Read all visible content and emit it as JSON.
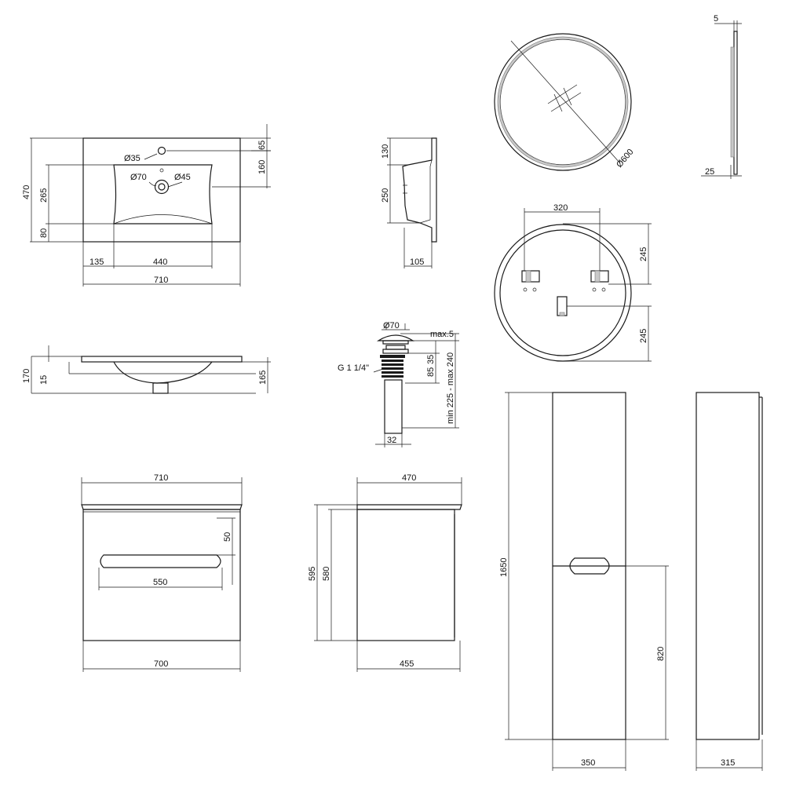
{
  "basin_top": {
    "hole_diameter": "Ø35",
    "drain_outer": "Ø70",
    "drain_inner": "Ø45",
    "dim_65": "65",
    "dim_160": "160",
    "dim_470": "470",
    "dim_265": "265",
    "dim_80": "80",
    "dim_135": "135",
    "dim_440": "440",
    "dim_710": "710"
  },
  "basin_section": {
    "dim_130": "130",
    "dim_250": "250",
    "dim_105": "105"
  },
  "basin_front": {
    "dim_170": "170",
    "dim_15": "15",
    "dim_165": "165"
  },
  "drain": {
    "dim_d70": "Ø70",
    "dim_max5": "max.5",
    "dim_35": "35",
    "dim_85": "85",
    "dim_range": "min 225 - max 240",
    "thread": "G 1 1/4\"",
    "dim_32": "32"
  },
  "mirror": {
    "diameter": "Ø600",
    "dim_5": "5",
    "dim_25": "25"
  },
  "mirror_back": {
    "dim_320": "320",
    "dim_245_top": "245",
    "dim_245_bottom": "245"
  },
  "vanity_front": {
    "dim_710": "710",
    "dim_50": "50",
    "dim_550": "550",
    "dim_700": "700"
  },
  "vanity_side": {
    "dim_470": "470",
    "dim_595": "595",
    "dim_580": "580",
    "dim_455": "455"
  },
  "column": {
    "dim_1650": "1650",
    "dim_820": "820",
    "dim_350": "350",
    "dim_315": "315"
  }
}
